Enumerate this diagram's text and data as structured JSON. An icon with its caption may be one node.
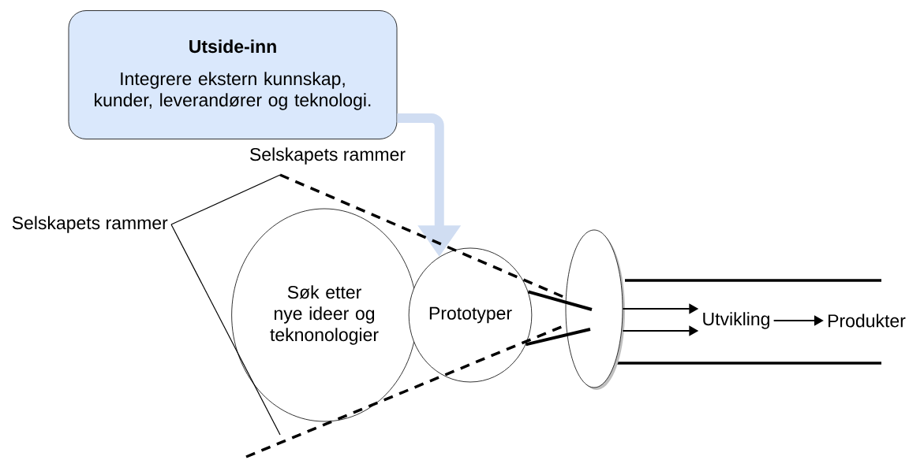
{
  "diagram": {
    "nodes": [
      {
        "text": [
          "Utside-inn",
          "Integrere ekstern kunnskap, kunder, leverandører og teknologi."
        ]
      },
      {
        "text": [
          "Søk etter nye ideer og teknonologier"
        ]
      },
      {
        "text": [
          "Prototyper"
        ]
      },
      {
        "text": [],
        "shape": "ellipse"
      },
      {
        "text": [
          "Utvikling"
        ]
      },
      {
        "text": [
          "Produkter"
        ]
      },
      {
        "text": [
          "Selskapets rammer"
        ]
      }
    ],
    "edges": [
      {
        "from": 0,
        "to": 2,
        "arrow": "to",
        "style": "thick",
        "color": "#d0ddf2"
      },
      {
        "from": 2,
        "to": 3,
        "arrow": "none",
        "style": "thick"
      },
      {
        "from": 2,
        "to": 3,
        "arrow": "none",
        "style": "thick"
      },
      {
        "from": 3,
        "to": 4,
        "arrow": "to"
      },
      {
        "from": 3,
        "to": 4,
        "arrow": "to"
      },
      {
        "from": 4,
        "to": 5,
        "arrow": "to"
      },
      {
        "from": 6,
        "to": null,
        "arrow": "none"
      },
      {
        "from": 6,
        "to": null,
        "arrow": "none"
      },
      {
        "from": null,
        "to": 3,
        "arrow": "none",
        "style": "dashed"
      },
      {
        "from": null,
        "to": 3,
        "arrow": "none",
        "style": "dashed"
      }
    ],
    "labels": [
      "Selskapets rammer"
    ]
  }
}
